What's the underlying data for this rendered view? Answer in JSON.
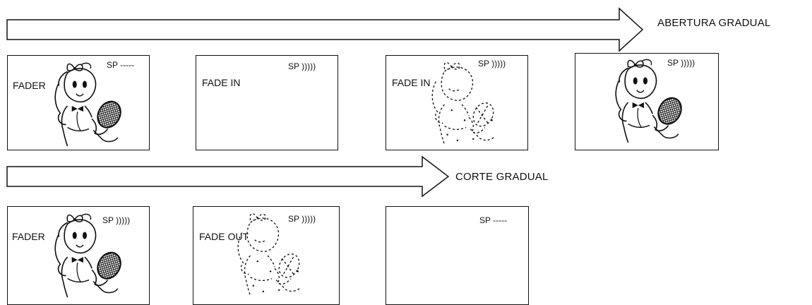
{
  "fade_in": {
    "arrow_label": "ABERTURA GRADUAL",
    "frames": [
      {
        "label": "FADER",
        "sp": "SP -----",
        "image": "girl-full"
      },
      {
        "label": "FADE IN",
        "sp": "SP )))))",
        "image": "none"
      },
      {
        "label": "FADE IN",
        "sp": "SP )))))",
        "image": "girl-dotted"
      },
      {
        "label": "",
        "sp": "SP )))))",
        "image": "girl-full"
      }
    ]
  },
  "fade_out": {
    "arrow_label": "CORTE GRADUAL",
    "frames": [
      {
        "label": "FADER",
        "sp": "SP )))))",
        "image": "girl-full"
      },
      {
        "label": "FADE OUT",
        "sp": "SP )))))",
        "image": "girl-dotted"
      },
      {
        "label": "",
        "sp": "SP -----",
        "image": "none"
      }
    ]
  }
}
